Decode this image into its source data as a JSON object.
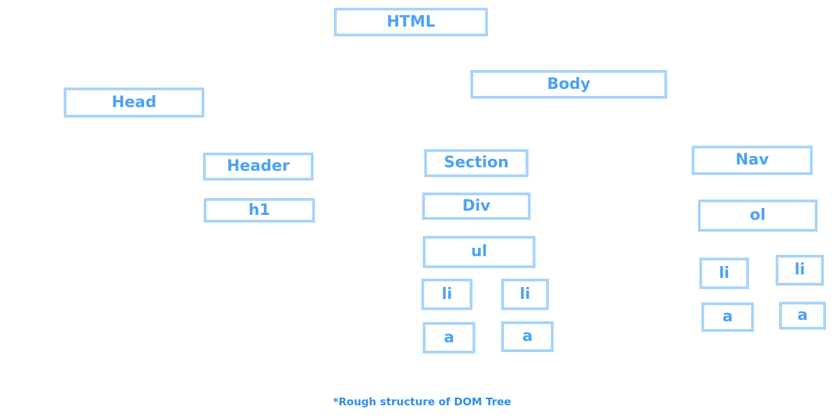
{
  "nodes": {
    "html": "HTML",
    "head": "Head",
    "body": "Body",
    "header": "Header",
    "h1": "h1",
    "section": "Section",
    "div": "Div",
    "ul": "ul",
    "ul_li_1": "li",
    "ul_li_2": "li",
    "ul_a_1": "a",
    "ul_a_2": "a",
    "nav": "Nav",
    "ol": "ol",
    "ol_li_1": "li",
    "ol_li_2": "li",
    "ol_a_1": "a",
    "ol_a_2": "a"
  },
  "caption": "*Rough structure of DOM Tree",
  "colors": {
    "box_border": "#a9d4fb",
    "label_text": "#4aa3f5",
    "caption_text": "#2d8ef0",
    "background": "#ffffff"
  }
}
